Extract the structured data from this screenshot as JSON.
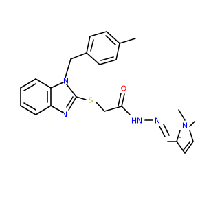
{
  "diagram": {
    "type": "chemical-structure",
    "colors": {
      "bond": "#000000",
      "nitrogen": "#0000ff",
      "oxygen": "#ff0000",
      "sulfur": "#b2b200",
      "background": "#ffffff"
    },
    "atoms": {
      "n1_label": "N",
      "n3_label": "N",
      "s_label": "S",
      "o_label": "O",
      "nh_label": "N",
      "h_label": "H",
      "n_imine_label": "N",
      "n_pyrrole_label": "N"
    }
  }
}
